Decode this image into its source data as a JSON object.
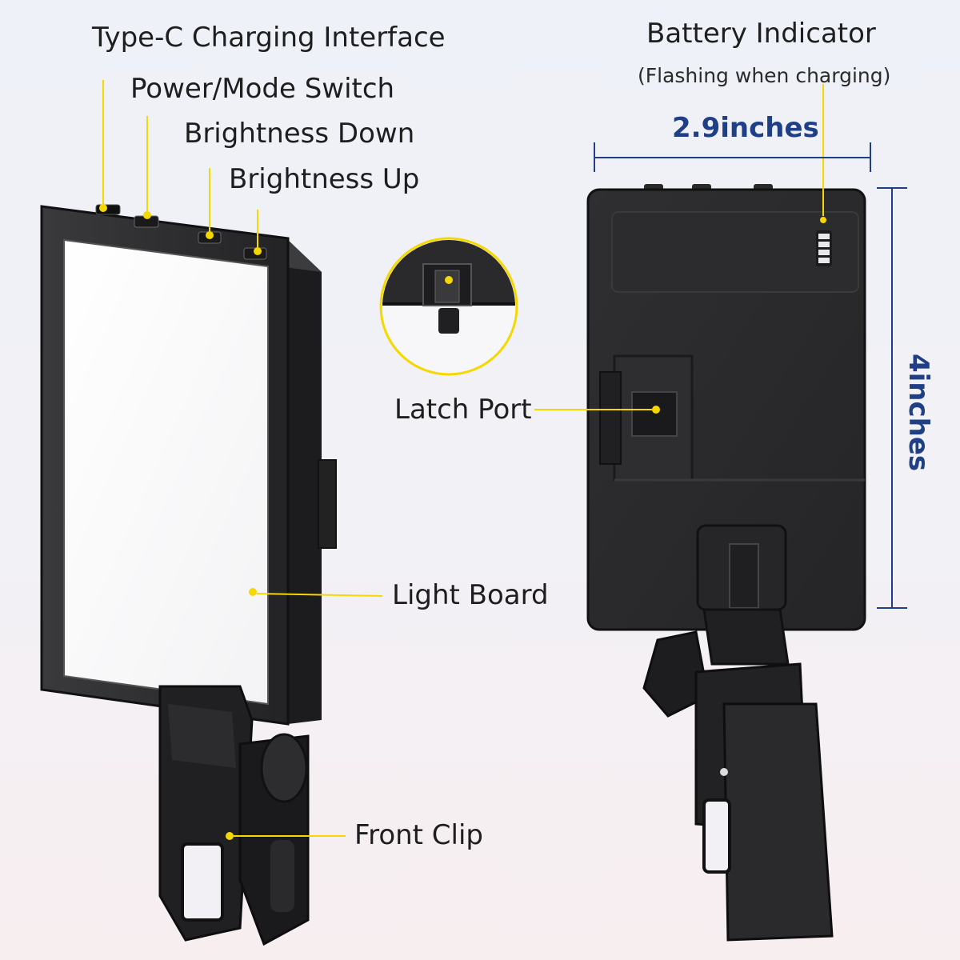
{
  "labels": {
    "type_c": "Type-C Charging Interface",
    "power_mode": "Power/Mode Switch",
    "brightness_down": "Brightness Down",
    "brightness_up": "Brightness Up",
    "battery_indicator": "Battery Indicator",
    "battery_note": "(Flashing when charging)",
    "latch_port": "Latch Port",
    "light_board": "Light Board",
    "front_clip": "Front Clip"
  },
  "dimensions": {
    "width": "2.9inches",
    "height": "4inches"
  },
  "colors": {
    "pointer": "#f5d800",
    "dimension": "#1f3f86",
    "body": "#2a2a2c"
  }
}
